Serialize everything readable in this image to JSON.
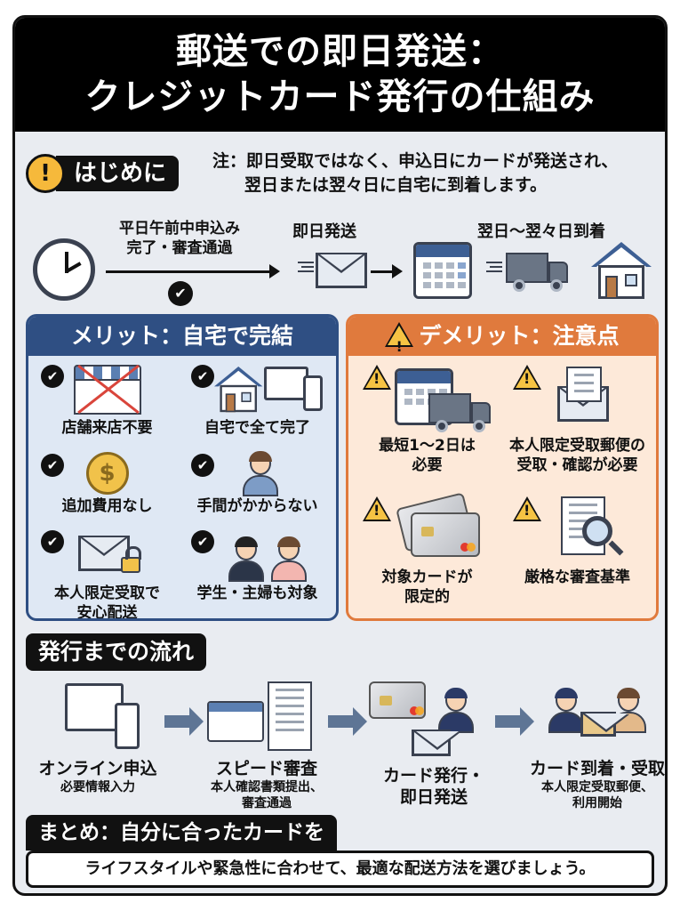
{
  "title": {
    "line1": "郵送での即日発送：",
    "line2": "クレジットカード発行の仕組み"
  },
  "intro": {
    "badge_icon": "exclamation-icon",
    "badge_label": "はじめに",
    "note_line1": "注：即日受取ではなく、申込日にカードが発送され、",
    "note_line2": "翌日または翌々日に自宅に到着します。",
    "timeline": {
      "step1_line1": "平日午前中申込み",
      "step1_line2": "完了・審査通過",
      "step2": "即日発送",
      "step3": "翌日〜翌々日到着",
      "check_glyph": "✔"
    }
  },
  "merit": {
    "title": "メリット：自宅で完結",
    "accent_color": "#2f4f83",
    "items": [
      {
        "icon": "store-crossed-icon",
        "label": "店舗来店不要"
      },
      {
        "icon": "home-devices-icon",
        "label": "自宅で全て完了"
      },
      {
        "icon": "coin-icon",
        "label": "追加費用なし"
      },
      {
        "icon": "relaxed-person-icon",
        "label": "手間がかからない"
      },
      {
        "icon": "envelope-lock-icon",
        "label_line1": "本人限定受取で",
        "label_line2": "安心配送"
      },
      {
        "icon": "student-housewife-icon",
        "label": "学生・主婦も対象"
      }
    ],
    "check_glyph": "✔",
    "coin_symbol": "$"
  },
  "demerit": {
    "title": "デメリット：注意点",
    "accent_color": "#e07a3d",
    "items": [
      {
        "icon": "calendar-truck-icon",
        "label_line1": "最短1〜2日は",
        "label_line2": "必要"
      },
      {
        "icon": "signed-letter-icon",
        "label_line1": "本人限定受取郵便の",
        "label_line2": "受取・確認が必要"
      },
      {
        "icon": "credit-cards-icon",
        "label_line1": "対象カードが",
        "label_line2": "限定的"
      },
      {
        "icon": "document-magnifier-icon",
        "label": "厳格な審査基準"
      }
    ]
  },
  "flow": {
    "title": "発行までの流れ",
    "steps": [
      {
        "icon": "computer-phone-icon",
        "title": "オンライン申込",
        "sub_line1": "必要情報入力"
      },
      {
        "icon": "id-document-icon",
        "title": "スピード審査",
        "sub_line1": "本人確認書類提出、",
        "sub_line2": "審査通過"
      },
      {
        "icon": "card-postman-icon",
        "title_line1": "カード発行・",
        "title_line2": "即日発送"
      },
      {
        "icon": "postman-delivery-icon",
        "title": "カード到着・受取",
        "sub_line1": "本人限定受取郵便、",
        "sub_line2": "利用開始"
      }
    ]
  },
  "summary": {
    "title": "まとめ：自分に合ったカードを",
    "text": "ライフスタイルや緊急性に合わせて、最適な配送方法を選びましょう。"
  }
}
